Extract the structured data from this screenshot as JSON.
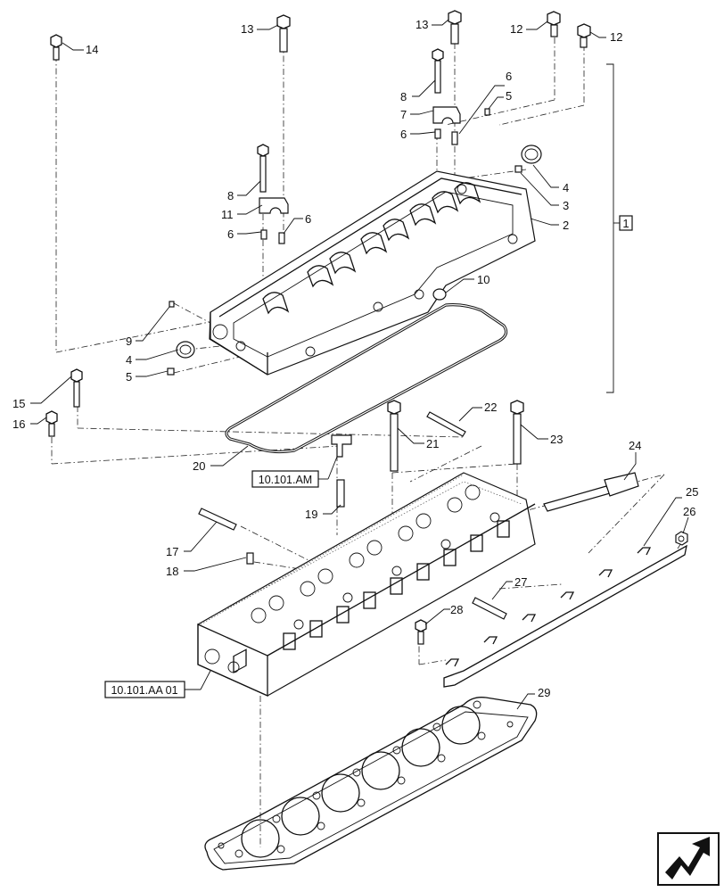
{
  "callouts": [
    "1",
    "2",
    "3",
    "4",
    "4",
    "5",
    "5",
    "6",
    "6",
    "6",
    "6",
    "7",
    "8",
    "8",
    "9",
    "10",
    "11",
    "12",
    "12",
    "13",
    "13",
    "14",
    "15",
    "16",
    "17",
    "18",
    "19",
    "20",
    "21",
    "22",
    "23",
    "24",
    "25",
    "26",
    "27",
    "28",
    "29"
  ],
  "references": {
    "ref_am": "10.101.AM",
    "ref_aa": "10.101.AA 01"
  },
  "bracket_label": "1",
  "nav_icon": "arrow-navigation-icon"
}
